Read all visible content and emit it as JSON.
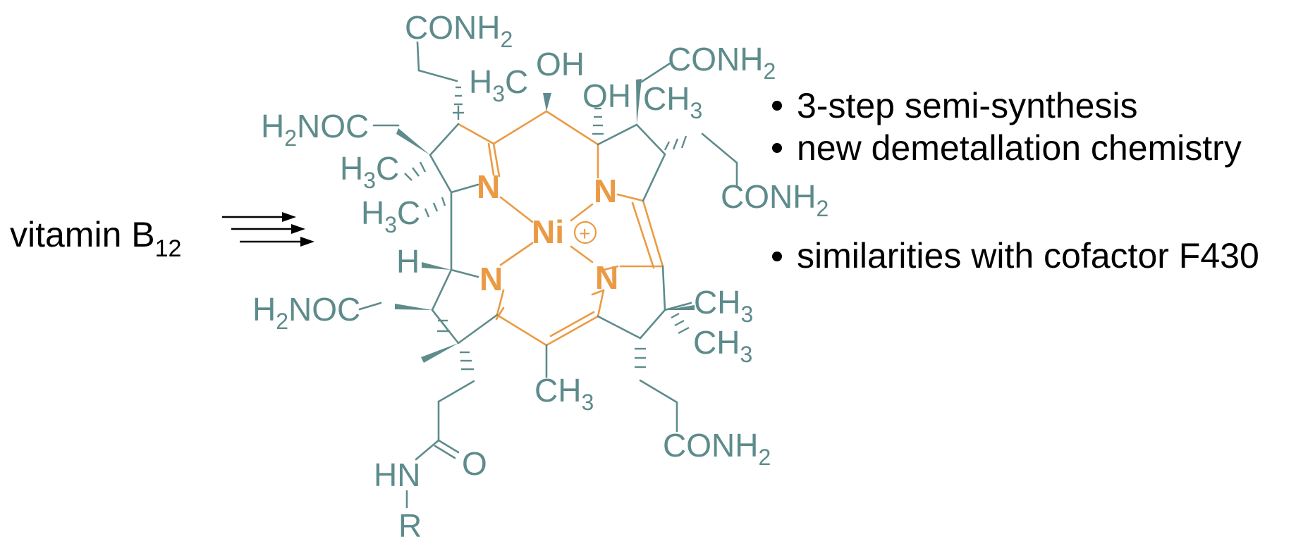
{
  "reactant": {
    "label": "vitamin B",
    "subscript": "12"
  },
  "bullets": [
    "3-step semi-synthesis",
    "new demetallation chemistry",
    "similarities with cofactor F430"
  ],
  "molecule": {
    "metal": "Ni",
    "charge": "+",
    "nitrogen": "N",
    "groups": {
      "conh2": "CONH",
      "h2noc_prefix": "H",
      "h2noc_rest": "NOC",
      "h3c_prefix": "H",
      "h3c_rest": "C",
      "ch3": "CH",
      "oh": "OH",
      "h": "H",
      "hn": "HN",
      "o": "O",
      "r": "R",
      "sub2": "2",
      "sub3": "3"
    }
  },
  "colors": {
    "core": "#eb9a44",
    "periphery": "#5e8b8b",
    "text": "#000000"
  }
}
